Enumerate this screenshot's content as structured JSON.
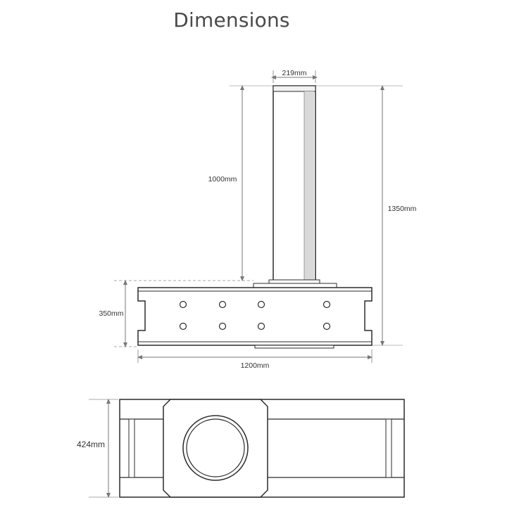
{
  "title": "Dimensions",
  "dimensions": {
    "top_width": "219mm",
    "post_height": "1000mm",
    "total_height": "1350mm",
    "base_height": "350mm",
    "base_width": "1200mm",
    "plan_depth": "424mm"
  },
  "colors": {
    "line": "#2b2b2b",
    "dim_line": "#9a9a9a",
    "text": "#333333",
    "title": "#4a4a4a",
    "post_shade": "#d9d9d9"
  }
}
